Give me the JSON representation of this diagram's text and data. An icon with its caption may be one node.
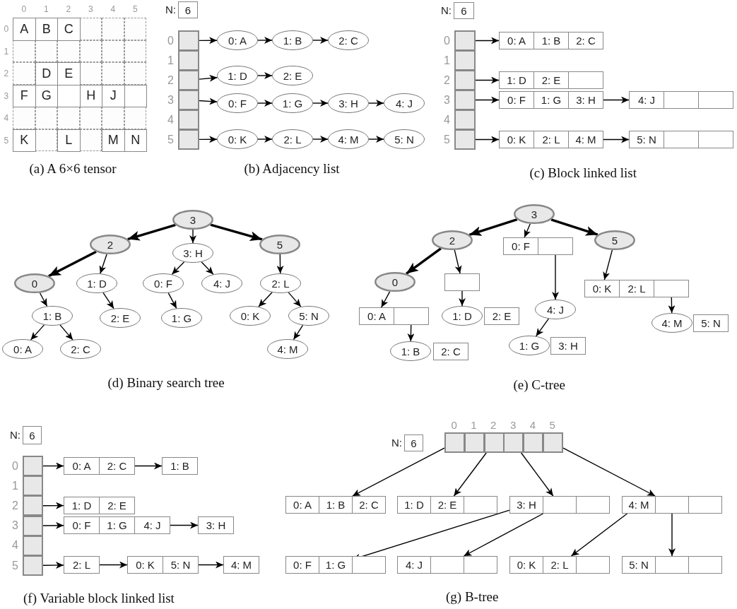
{
  "diagram": {
    "nodes": [
      {
        "text": [
          "A"
        ]
      },
      {
        "text": [
          "B"
        ]
      },
      {
        "text": [
          "C"
        ]
      },
      {
        "text": [],
        "shape": "box"
      },
      {
        "text": [],
        "shape": "box"
      },
      {
        "text": [],
        "shape": "box"
      },
      {
        "text": [],
        "shape": "box"
      },
      {
        "text": [],
        "shape": "box"
      },
      {
        "text": [],
        "shape": "box"
      },
      {
        "text": [],
        "shape": "box"
      },
      {
        "text": [],
        "shape": "box"
      },
      {
        "text": [],
        "shape": "box"
      },
      {
        "text": [],
        "shape": "box"
      },
      {
        "text": [
          "D"
        ]
      },
      {
        "text": [
          "E"
        ]
      },
      {
        "text": [],
        "shape": "box"
      },
      {
        "text": [],
        "shape": "box"
      },
      {
        "text": [],
        "shape": "box"
      },
      {
        "text": [
          "F"
        ]
      },
      {
        "text": [
          "G"
        ]
      },
      {
        "text": [],
        "shape": "box"
      },
      {
        "text": [
          "H"
        ]
      },
      {
        "text": [
          "J"
        ]
      },
      {
        "text": [],
        "shape": "box"
      },
      {
        "text": [],
        "shape": "box"
      },
      {
        "text": [],
        "shape": "box"
      },
      {
        "text": [],
        "shape": "box"
      },
      {
        "text": [],
        "shape": "box"
      },
      {
        "text": [],
        "shape": "box"
      },
      {
        "text": [],
        "shape": "box"
      },
      {
        "text": [
          "K"
        ]
      },
      {
        "text": [],
        "shape": "box"
      },
      {
        "text": [
          "L"
        ]
      },
      {
        "text": [],
        "shape": "box"
      },
      {
        "text": [
          "M"
        ]
      },
      {
        "text": [
          "N"
        ]
      },
      {
        "text": [
          "6"
        ],
        "beside": [
          "N:"
        ]
      },
      {
        "text": [],
        "shape": "box",
        "beside": [
          "0"
        ]
      },
      {
        "text": [],
        "shape": "box",
        "beside": [
          "1"
        ]
      },
      {
        "text": [],
        "shape": "box",
        "beside": [
          "2"
        ]
      },
      {
        "text": [],
        "shape": "box",
        "beside": [
          "3"
        ]
      },
      {
        "text": [],
        "shape": "box",
        "beside": [
          "4"
        ]
      },
      {
        "text": [],
        "shape": "box",
        "beside": [
          "5"
        ]
      },
      {
        "text": [
          "0: A"
        ]
      },
      {
        "text": [
          "1: B"
        ]
      },
      {
        "text": [
          "2: C"
        ]
      },
      {
        "text": [
          "1: D"
        ]
      },
      {
        "text": [
          "2: E"
        ]
      },
      {
        "text": [
          "0: F"
        ]
      },
      {
        "text": [
          "1: G"
        ]
      },
      {
        "text": [
          "3: H"
        ]
      },
      {
        "text": [
          "4: J"
        ]
      },
      {
        "text": [
          "0: K"
        ]
      },
      {
        "text": [
          "2: L"
        ]
      },
      {
        "text": [
          "4: M"
        ]
      },
      {
        "text": [
          "5: N"
        ]
      },
      {
        "text": [
          "6"
        ],
        "beside": [
          "N:"
        ]
      },
      {
        "text": [],
        "shape": "box",
        "beside": [
          "0"
        ]
      },
      {
        "text": [],
        "shape": "box",
        "beside": [
          "1"
        ]
      },
      {
        "text": [],
        "shape": "box",
        "beside": [
          "2"
        ]
      },
      {
        "text": [],
        "shape": "box",
        "beside": [
          "3"
        ]
      },
      {
        "text": [],
        "shape": "box",
        "beside": [
          "4"
        ]
      },
      {
        "text": [],
        "shape": "box",
        "beside": [
          "5"
        ]
      },
      {
        "text": [
          "0: A"
        ]
      },
      {
        "text": [
          "1: B"
        ]
      },
      {
        "text": [
          "2: C"
        ]
      },
      {
        "text": [
          "1: D"
        ]
      },
      {
        "text": [
          "2: E"
        ]
      },
      {
        "text": [],
        "shape": "box"
      },
      {
        "text": [
          "0: F"
        ]
      },
      {
        "text": [
          "1: G"
        ]
      },
      {
        "text": [
          "3: H"
        ]
      },
      {
        "text": [
          "4: J"
        ]
      },
      {
        "text": [],
        "shape": "box"
      },
      {
        "text": [],
        "shape": "box"
      },
      {
        "text": [
          "0: K"
        ]
      },
      {
        "text": [
          "2: L"
        ]
      },
      {
        "text": [
          "4: M"
        ]
      },
      {
        "text": [
          "5: N"
        ]
      },
      {
        "text": [],
        "shape": "box"
      },
      {
        "text": [],
        "shape": "box"
      },
      {
        "text": [
          "3"
        ]
      },
      {
        "text": [
          "2"
        ]
      },
      {
        "text": [
          "3: H"
        ]
      },
      {
        "text": [
          "5"
        ]
      },
      {
        "text": [
          "0"
        ]
      },
      {
        "text": [
          "1: D"
        ]
      },
      {
        "text": [
          "0: F"
        ]
      },
      {
        "text": [
          "4: J"
        ]
      },
      {
        "text": [
          "2: L"
        ]
      },
      {
        "text": [
          "1: B"
        ]
      },
      {
        "text": [
          "2: E"
        ]
      },
      {
        "text": [
          "1: G"
        ]
      },
      {
        "text": [
          "0: K"
        ]
      },
      {
        "text": [
          "5: N"
        ]
      },
      {
        "text": [
          "0: A"
        ]
      },
      {
        "text": [
          "2: C"
        ]
      },
      {
        "text": [
          "4: M"
        ]
      },
      {
        "text": [
          "3"
        ]
      },
      {
        "text": [
          "2"
        ]
      },
      {
        "text": [
          "0: F"
        ]
      },
      {
        "text": [],
        "shape": "box"
      },
      {
        "text": [
          "5"
        ]
      },
      {
        "text": [
          "0"
        ]
      },
      {
        "text": [],
        "shape": "box"
      },
      {
        "text": [
          "0: K"
        ]
      },
      {
        "text": [
          "2: L"
        ]
      },
      {
        "text": [],
        "shape": "box"
      },
      {
        "text": [
          "0: A"
        ]
      },
      {
        "text": [],
        "shape": "box"
      },
      {
        "text": [
          "1: D"
        ]
      },
      {
        "text": [
          "2: E"
        ]
      },
      {
        "text": [
          "4: J"
        ]
      },
      {
        "text": [
          "4: M"
        ]
      },
      {
        "text": [
          "5: N"
        ]
      },
      {
        "text": [
          "1: B"
        ]
      },
      {
        "text": [
          "2: C"
        ]
      },
      {
        "text": [
          "1: G"
        ]
      },
      {
        "text": [
          "3: H"
        ]
      },
      {
        "text": [
          "6"
        ],
        "beside": [
          "N:"
        ]
      },
      {
        "text": [],
        "shape": "box",
        "beside": [
          "0"
        ]
      },
      {
        "text": [],
        "shape": "box",
        "beside": [
          "1"
        ]
      },
      {
        "text": [],
        "shape": "box",
        "beside": [
          "2"
        ]
      },
      {
        "text": [],
        "shape": "box",
        "beside": [
          "3"
        ]
      },
      {
        "text": [],
        "shape": "box",
        "beside": [
          "4"
        ]
      },
      {
        "text": [],
        "shape": "box",
        "beside": [
          "5"
        ]
      },
      {
        "text": [
          "0: A"
        ]
      },
      {
        "text": [
          "2: C"
        ]
      },
      {
        "text": [
          "1: B"
        ]
      },
      {
        "text": [
          "1: D"
        ]
      },
      {
        "text": [
          "2: E"
        ]
      },
      {
        "text": [
          "0: F"
        ]
      },
      {
        "text": [
          "1: G"
        ]
      },
      {
        "text": [
          "4: J"
        ]
      },
      {
        "text": [
          "3: H"
        ]
      },
      {
        "text": [
          "2: L"
        ]
      },
      {
        "text": [
          "0: K"
        ]
      },
      {
        "text": [
          "5: N"
        ]
      },
      {
        "text": [
          "4: M"
        ]
      },
      {
        "text": [
          "6"
        ],
        "beside": [
          "N:"
        ]
      },
      {
        "text": [],
        "shape": "box",
        "beside": [
          "0"
        ]
      },
      {
        "text": [],
        "shape": "box",
        "beside": [
          "1"
        ]
      },
      {
        "text": [],
        "shape": "box",
        "beside": [
          "2"
        ]
      },
      {
        "text": [],
        "shape": "box",
        "beside": [
          "3"
        ]
      },
      {
        "text": [],
        "shape": "box",
        "beside": [
          "4"
        ]
      },
      {
        "text": [],
        "shape": "box",
        "beside": [
          "5"
        ]
      },
      {
        "text": [
          "0: A"
        ]
      },
      {
        "text": [
          "1: B"
        ]
      },
      {
        "text": [
          "2: C"
        ]
      },
      {
        "text": [
          "1: D"
        ]
      },
      {
        "text": [
          "2: E"
        ]
      },
      {
        "text": [],
        "shape": "box"
      },
      {
        "text": [
          "3: H"
        ]
      },
      {
        "text": [],
        "shape": "box"
      },
      {
        "text": [],
        "shape": "box"
      },
      {
        "text": [
          "4: M"
        ]
      },
      {
        "text": [],
        "shape": "box"
      },
      {
        "text": [],
        "shape": "box"
      },
      {
        "text": [
          "0: F"
        ]
      },
      {
        "text": [
          "1: G"
        ]
      },
      {
        "text": [],
        "shape": "box"
      },
      {
        "text": [
          "4: J"
        ]
      },
      {
        "text": [],
        "shape": "box"
      },
      {
        "text": [],
        "shape": "box"
      },
      {
        "text": [
          "0: K"
        ]
      },
      {
        "text": [
          "2: L"
        ]
      },
      {
        "text": [],
        "shape": "box"
      },
      {
        "text": [
          "5: N"
        ]
      },
      {
        "text": [],
        "shape": "box"
      },
      {
        "text": [],
        "shape": "box"
      }
    ],
    "edges": [
      {
        "from": 37,
        "to": 43,
        "arrow": "to"
      },
      {
        "from": 43,
        "to": 44,
        "arrow": "to"
      },
      {
        "from": 44,
        "to": 45,
        "arrow": "to"
      },
      {
        "from": 39,
        "to": 46,
        "arrow": "to"
      },
      {
        "from": 46,
        "to": 47,
        "arrow": "to"
      },
      {
        "from": 40,
        "to": 48,
        "arrow": "to"
      },
      {
        "from": 48,
        "to": 49,
        "arrow": "to"
      },
      {
        "from": 49,
        "to": 50,
        "arrow": "to"
      },
      {
        "from": 50,
        "to": 51,
        "arrow": "to"
      },
      {
        "from": 42,
        "to": 52,
        "arrow": "to"
      },
      {
        "from": 52,
        "to": 53,
        "arrow": "to"
      },
      {
        "from": 53,
        "to": 54,
        "arrow": "to"
      },
      {
        "from": 54,
        "to": 55,
        "arrow": "to"
      },
      {
        "from": 57,
        "to": 63,
        "arrow": "to"
      },
      {
        "from": 59,
        "to": 66,
        "arrow": "to"
      },
      {
        "from": 60,
        "to": 69,
        "arrow": "to"
      },
      {
        "from": 71,
        "to": 72,
        "arrow": "to"
      },
      {
        "from": 62,
        "to": 75,
        "arrow": "to"
      },
      {
        "from": 77,
        "to": 78,
        "arrow": "to"
      },
      {
        "from": 81,
        "to": 82,
        "arrow": "to",
        "style": "thick"
      },
      {
        "from": 81,
        "to": 83,
        "arrow": "to"
      },
      {
        "from": 81,
        "to": 84,
        "arrow": "to",
        "style": "thick"
      },
      {
        "from": 82,
        "to": 85,
        "arrow": "to",
        "style": "thick"
      },
      {
        "from": 82,
        "to": 86,
        "arrow": "to"
      },
      {
        "from": 83,
        "to": 87,
        "arrow": "to"
      },
      {
        "from": 83,
        "to": 88,
        "arrow": "to"
      },
      {
        "from": 84,
        "to": 89,
        "arrow": "to"
      },
      {
        "from": 85,
        "to": 90,
        "arrow": "to"
      },
      {
        "from": 86,
        "to": 91,
        "arrow": "to"
      },
      {
        "from": 87,
        "to": 92,
        "arrow": "to"
      },
      {
        "from": 89,
        "to": 93,
        "arrow": "to"
      },
      {
        "from": 89,
        "to": 94,
        "arrow": "to"
      },
      {
        "from": 90,
        "to": 95,
        "arrow": "to"
      },
      {
        "from": 90,
        "to": 96,
        "arrow": "to"
      },
      {
        "from": 94,
        "to": 97,
        "arrow": "to"
      },
      {
        "from": 98,
        "to": 99,
        "arrow": "to",
        "style": "thick"
      },
      {
        "from": 98,
        "to": 100,
        "arrow": "to"
      },
      {
        "from": 98,
        "to": 102,
        "arrow": "to",
        "style": "thick"
      },
      {
        "from": 99,
        "to": 103,
        "arrow": "to",
        "style": "thick"
      },
      {
        "from": 99,
        "to": 104,
        "arrow": "to"
      },
      {
        "from": 101,
        "to": 112,
        "arrow": "to"
      },
      {
        "from": 102,
        "to": 105,
        "arrow": "to"
      },
      {
        "from": 103,
        "to": 108,
        "arrow": "to"
      },
      {
        "from": 104,
        "to": 110,
        "arrow": "to"
      },
      {
        "from": 109,
        "to": 115,
        "arrow": "to"
      },
      {
        "from": 112,
        "to": 117,
        "arrow": "to"
      },
      {
        "from": 107,
        "to": 113,
        "arrow": "to"
      },
      {
        "from": 120,
        "to": 126,
        "arrow": "to"
      },
      {
        "from": 127,
        "to": 128,
        "arrow": "to"
      },
      {
        "from": 122,
        "to": 129,
        "arrow": "to"
      },
      {
        "from": 123,
        "to": 131,
        "arrow": "to"
      },
      {
        "from": 133,
        "to": 134,
        "arrow": "to"
      },
      {
        "from": 125,
        "to": 135,
        "arrow": "to"
      },
      {
        "from": 135,
        "to": 136,
        "arrow": "to"
      },
      {
        "from": 137,
        "to": 138,
        "arrow": "to"
      },
      {
        "from": 140,
        "to": 147,
        "arrow": "to"
      },
      {
        "from": 142,
        "to": 150,
        "arrow": "to"
      },
      {
        "from": 143,
        "to": 153,
        "arrow": "to"
      },
      {
        "from": 145,
        "to": 156,
        "arrow": "to"
      },
      {
        "from": 152,
        "to": 159,
        "arrow": "to"
      },
      {
        "from": 153,
        "to": 162,
        "arrow": "to"
      },
      {
        "from": 155,
        "to": 165,
        "arrow": "to"
      },
      {
        "from": 156,
        "to": 168,
        "arrow": "to"
      }
    ],
    "labels": [
      "0",
      "1",
      "2",
      "3",
      "4",
      "5",
      "0",
      "1",
      "2",
      "3",
      "4",
      "5",
      "(a) A 6×6 tensor",
      "(b) Adjacency list",
      "(c) Block linked list",
      "(d) Binary search tree",
      "(e) C-tree",
      "(f) Variable block linked list",
      "(g) B-tree"
    ]
  }
}
